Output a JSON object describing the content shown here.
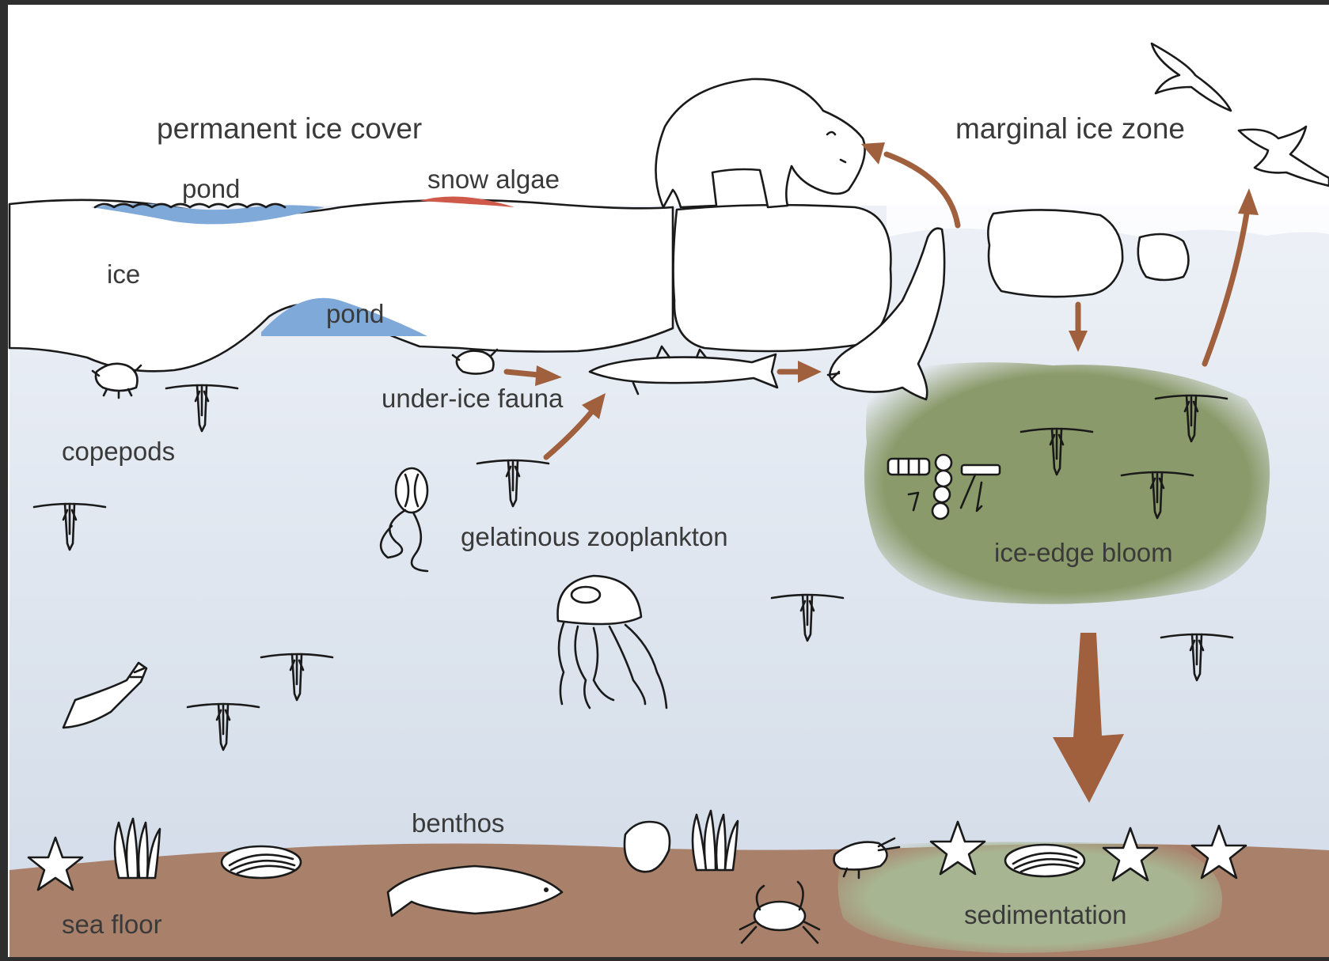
{
  "title_regions": {
    "permanent": "permanent ice cover",
    "marginal": "marginal ice zone"
  },
  "labels": {
    "pond_top": "pond",
    "snow_algae": "snow algae",
    "ice": "ice",
    "pond_bottom": "pond",
    "under_ice_fauna": "under-ice fauna",
    "copepods": "copepods",
    "gelatinous_zooplankton": "gelatinous zooplankton",
    "ice_edge_bloom": "ice-edge bloom",
    "benthos": "benthos",
    "sea_floor": "sea floor",
    "sedimentation": "sedimentation"
  },
  "colors": {
    "water": "#dfe6f0",
    "ice": "#f2f2f2",
    "pond": "#7fa9d9",
    "snow_algae": "#cf5a4a",
    "bloom": "#8b9a6a",
    "sediment": "#a9806a",
    "arrow": "#a0603e"
  },
  "icons": [
    "polar-bear-icon",
    "seal-icon",
    "fish-icon",
    "bird-icon",
    "copepod-icon",
    "jellyfish-icon",
    "ctenophore-icon",
    "amphipod-icon",
    "shrimp-icon",
    "squid-icon",
    "diatom-icon",
    "starfish-icon",
    "mussel-icon",
    "flatfish-icon",
    "crab-icon",
    "seaweed-icon"
  ]
}
